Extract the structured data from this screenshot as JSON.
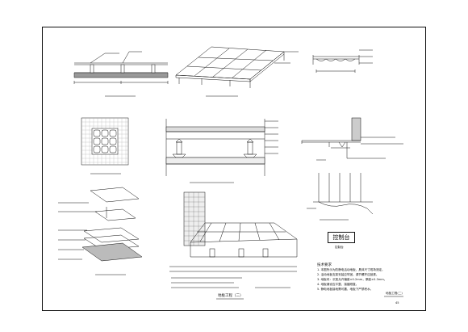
{
  "sheet": {
    "footer_title": "地板工程（二）",
    "sheet_name": "地板工程(二)",
    "sheet_no": "45"
  },
  "control_box": {
    "label": "控制台",
    "caption": "控制台"
  },
  "notes": {
    "title": "技术要求",
    "lines": [
      "1. 本图所示为防静电活动地板，具体尺寸现场测定。",
      "2. 活动地板支架安装应牢固，调节螺杆应锁紧。",
      "3. 地板块：长宽允许偏差±0.2mm，厚度±0.3mm。",
      "4. 地板铺设应平整，接缝顺直。",
      "5. 静电地板接地需可靠，地板下严禁积水。"
    ]
  }
}
